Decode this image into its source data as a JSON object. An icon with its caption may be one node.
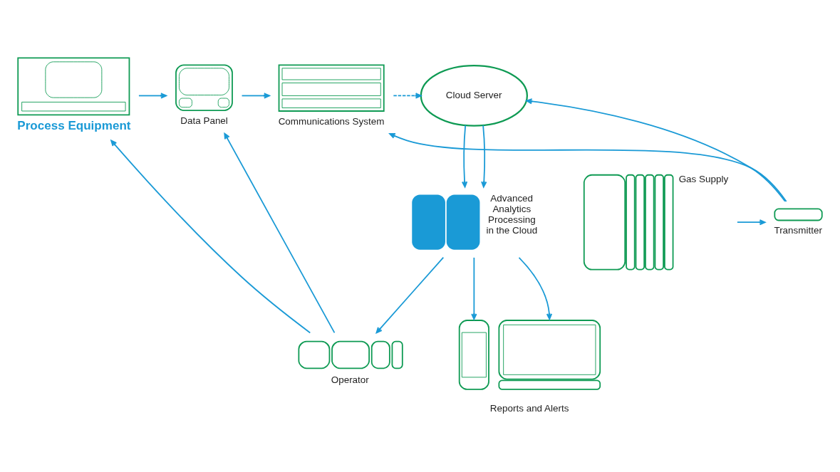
{
  "diagram": {
    "nodes": [
      {
        "text": [
          "Process Equipment"
        ]
      },
      {
        "text": [
          "Data Panel"
        ]
      },
      {
        "text": [
          "Communications System"
        ]
      },
      {
        "text": [
          "Cloud Server"
        ]
      },
      {
        "text": [
          "Advanced Analytics Processing in the Cloud"
        ]
      },
      {
        "text": [
          "Operator"
        ]
      },
      {
        "text": [
          "Gas Supply"
        ]
      },
      {
        "text": [
          "Transmitter"
        ]
      },
      {
        "text": [
          "Reports and Alerts"
        ]
      }
    ],
    "edges": [
      {
        "from": 0,
        "to": 1,
        "arrow": "to"
      },
      {
        "from": 1,
        "to": 2,
        "arrow": "to"
      },
      {
        "from": 2,
        "to": 3,
        "arrow": "to",
        "style": "dashed"
      },
      {
        "from": 3,
        "to": 4,
        "arrow": "to"
      },
      {
        "from": 3,
        "to": 4,
        "arrow": "to"
      },
      {
        "from": 5,
        "to": 0,
        "arrow": "to"
      },
      {
        "from": 5,
        "to": 1,
        "arrow": "to"
      },
      {
        "from": 6,
        "to": 7,
        "arrow": "to"
      },
      {
        "from": 7,
        "to": 2,
        "arrow": "to"
      },
      {
        "from": 7,
        "to": 3,
        "arrow": "to"
      },
      {
        "from": 4,
        "to": 5,
        "arrow": "to"
      },
      {
        "from": 4,
        "to": 8,
        "arrow": "to"
      },
      {
        "from": 4,
        "to": 8,
        "arrow": "to"
      }
    ]
  }
}
